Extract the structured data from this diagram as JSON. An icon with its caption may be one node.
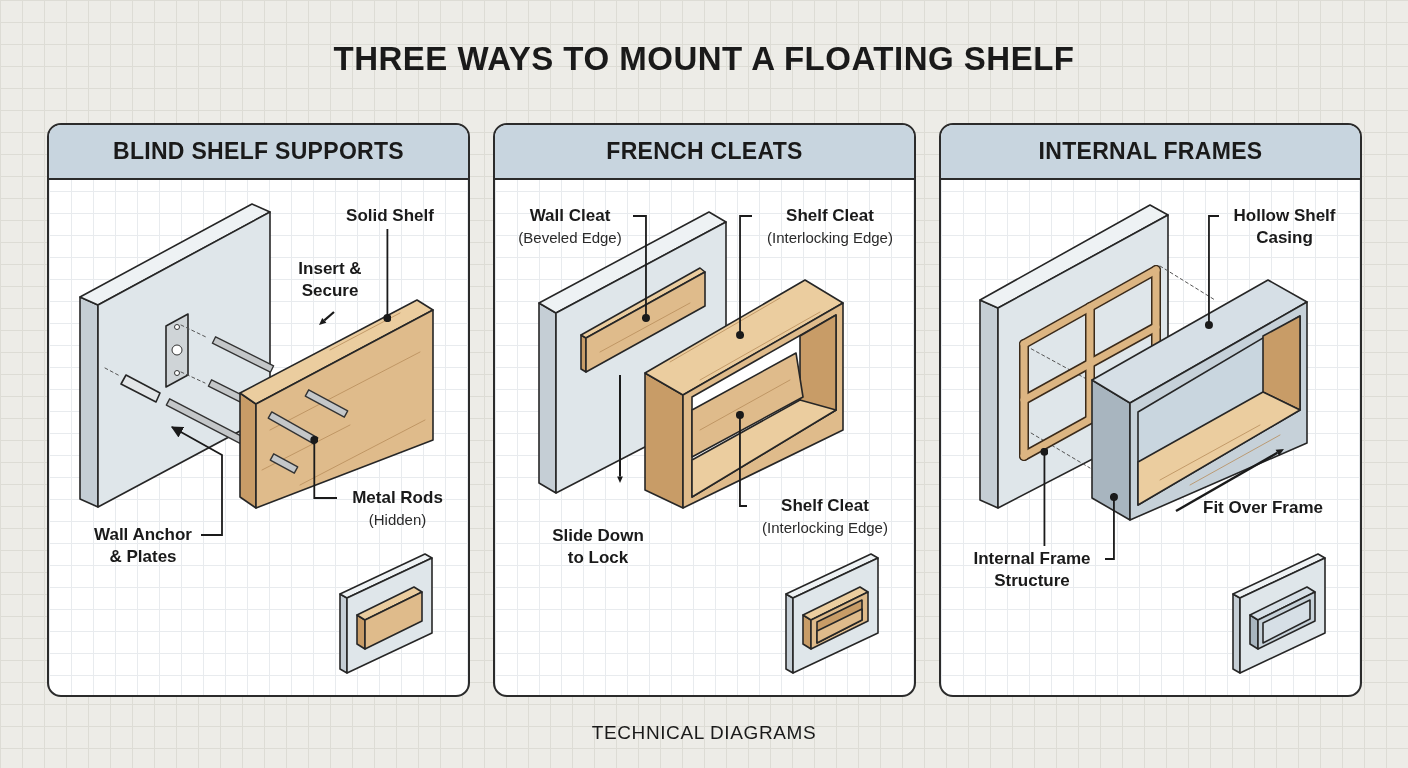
{
  "diagram": {
    "title": "THREE WAYS TO MOUNT A FLOATING SHELF",
    "nodes": [
      {
        "text": [
          "BLIND SHELF SUPPORTS"
        ]
      },
      {
        "text": [
          "Solid Shelf"
        ],
        "in": 0
      },
      {
        "text": [],
        "shape": "box",
        "in": 0
      },
      {
        "text": [
          "Metal Rods",
          "(Hidden)"
        ],
        "in": 0
      },
      {
        "text": [],
        "shape": "bar",
        "in": 2
      },
      {
        "text": [
          "Wall Anchor & Plates"
        ],
        "in": 0
      },
      {
        "text": [],
        "shape": "box",
        "in": 0
      },
      {
        "text": [
          "FRENCH CLEATS"
        ]
      },
      {
        "text": [
          "Wall Cleat",
          "(Beveled Edge)"
        ],
        "in": 7
      },
      {
        "text": [],
        "shape": "box",
        "in": 7
      },
      {
        "text": [
          "Shelf Cleat",
          "(Interlocking Edge)"
        ],
        "in": 7
      },
      {
        "text": [],
        "shape": "box",
        "in": 7
      },
      {
        "text": [
          "Shelf Cleat",
          "(Interlocking Edge)"
        ],
        "in": 7
      },
      {
        "text": [],
        "shape": "box",
        "in": 11
      },
      {
        "text": [
          "INTERNAL FRAMES"
        ]
      },
      {
        "text": [
          "Hollow Shelf Casing"
        ],
        "in": 14
      },
      {
        "text": [],
        "shape": "box",
        "in": 14
      },
      {
        "text": [
          "Internal Frame Structure"
        ],
        "in": 14
      },
      {
        "text": [],
        "shape": "box",
        "in": 14
      }
    ],
    "edges": [
      {
        "from": 1,
        "to": 2,
        "arrow": "other"
      },
      {
        "from": 3,
        "to": 4,
        "arrow": "other"
      },
      {
        "from": 5,
        "to": 6,
        "arrow": "to"
      },
      {
        "from": 8,
        "to": 9,
        "arrow": "other"
      },
      {
        "from": 10,
        "to": 11,
        "arrow": "other"
      },
      {
        "from": 12,
        "to": 13,
        "arrow": "other"
      },
      {
        "from": 15,
        "to": 16,
        "arrow": "other"
      },
      {
        "from": 17,
        "to": 18,
        "arrow": "other"
      },
      {
        "from": 17,
        "to": 16,
        "arrow": "other"
      }
    ],
    "labels": [
      "Insert & Secure",
      "Slide Down to Lock",
      "Fit Over Frame",
      "TECHNICAL DIAGRAMS"
    ]
  }
}
